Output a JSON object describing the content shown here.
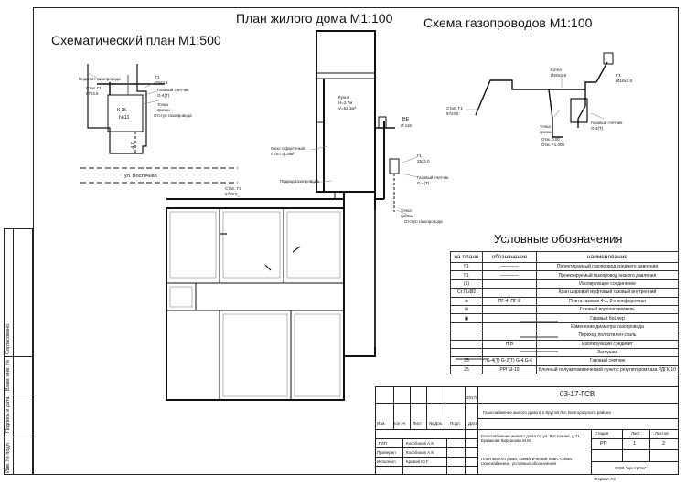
{
  "titles": {
    "house_plan": "План жилого дома М1:100",
    "gas_scheme": "Схема газопроводов М1:100",
    "schematic_plan": "Схематический план М1:500",
    "legend": "Условные обозначения"
  },
  "schematic": {
    "label_connect": "Подключ газопровода",
    "label_pipe": "Стал.Г1",
    "label_pipe_size": "57х3.5",
    "label_g1": "Г1",
    "label_g1_size": "20х2.8",
    "label_meter": "Газовый счетчик",
    "label_meter_model": "G-4(T)",
    "label_point": "Точка",
    "label_point2": "врезки",
    "label_outlet": "Отступ газопровода",
    "building": "К.Ж.",
    "building_no": "№11",
    "dim": "4,0",
    "street": "ул. Восточная"
  },
  "plan": {
    "kitchen": "Кухня",
    "kitchen_h": "H=2.7м",
    "kitchen_s": "V=62.1м³",
    "vent": "Окно с форточкой",
    "vent_s": "S ост.=1,8м²",
    "inlet": "Подвод газопровода",
    "pipe": "Стал. Г1",
    "pipe_size": "57х3.5",
    "valve": "ВЕ",
    "valve_size": "Ø 118",
    "g1": "Г1",
    "g1_size": "25х3.0",
    "meter": "Газовый счетчик",
    "meter_model": "G-4(T)",
    "point": "Точка",
    "point2": "врезки",
    "outlet": "Отступ газопровода"
  },
  "scheme": {
    "top_label": "Котел",
    "top_label2": "Ø20х2.8",
    "right_label": "Г1",
    "right_label2": "Ø16х2.8",
    "left_label": "Стал. Г1",
    "left_label2": "57х3.5",
    "point": "Точка",
    "point2": "врезки",
    "elev": "Отм. 0.00",
    "elev2": "Отм. +1.000",
    "meter": "Газовый счетчик",
    "meter_model": "G-4(T)"
  },
  "legend": {
    "headers": [
      "на плане",
      "обозначение",
      "наименование"
    ],
    "rows": [
      {
        "plan": "Г1",
        "sym": "————",
        "name": "Проектируемый газопровод среднего давления"
      },
      {
        "plan": "Г1",
        "sym": "————",
        "name": "Проектируемый газопровод низкого давления"
      },
      {
        "plan": "(1)",
        "sym": "",
        "name": "Изолирующее соединение"
      },
      {
        "plan": "Ст.Г1/Ø2",
        "sym": "",
        "name": "Кран шаровой муфтовый газовый внутренний"
      },
      {
        "plan": "⊗",
        "sym": "ПГ-4, ПГ-2",
        "name": "Плита газовая 4-х, 2-х конфорочная"
      },
      {
        "plan": "⊠",
        "sym": "",
        "name": "Газовый водонагреватель"
      },
      {
        "plan": "▣",
        "sym": "",
        "name": "Газовый бойлер"
      },
      {
        "plan": "",
        "sym": "",
        "name": "Изменение диаметра газопровода"
      },
      {
        "plan": "",
        "sym": "",
        "name": "Переход полиэтилен-сталь"
      },
      {
        "plan": "",
        "sym": "Н В",
        "name": "Изолирующий соединит"
      },
      {
        "plan": "",
        "sym": "",
        "name": "Заглушка"
      },
      {
        "plan": "25",
        "sym": "G-4(T) G-2(T) G-4,G-6",
        "name": "Газовый счетчик"
      },
      {
        "plan": "25",
        "sym": "РРГШ-10",
        "name": "Блочный полуавтоматический пункт с регулятором газа РДГК-10"
      }
    ]
  },
  "stamp": {
    "code": "03-17-ГСВ",
    "year": "2017г.",
    "project": "Газоснабжение жилого дома в п.Крутой Лог, Белгородского района",
    "address": "Газоснабжение жилого дома по ул. Восточная, д.11, Ермакова Кирсанова М.М.",
    "hdr_stage": "Стадия",
    "hdr_sheet": "Лист",
    "hdr_sheets": "Листов",
    "stage": "РП",
    "sheet": "1",
    "sheets": "2",
    "cols": [
      "Изм.",
      "Кол.уч",
      "Лист",
      "№ Док.",
      "Подп.",
      "Дата"
    ],
    "roles": [
      {
        "role": "ГИП",
        "name": "Кособоков А.К."
      },
      {
        "role": "Проверил",
        "name": "Кособоков А.К."
      },
      {
        "role": "Исполнил",
        "name": "Кривой Ю.Г."
      }
    ],
    "description": "План жилого дома, схематический план, схема газоснабжения, условные обозначения",
    "org": "ООО \"ЦентрГаз\"",
    "format": "Формат А3"
  },
  "sidebar": {
    "labels": [
      "Согласовано",
      "Взам. инв. №",
      "Подпись и дата",
      "Инв. № подл."
    ]
  }
}
